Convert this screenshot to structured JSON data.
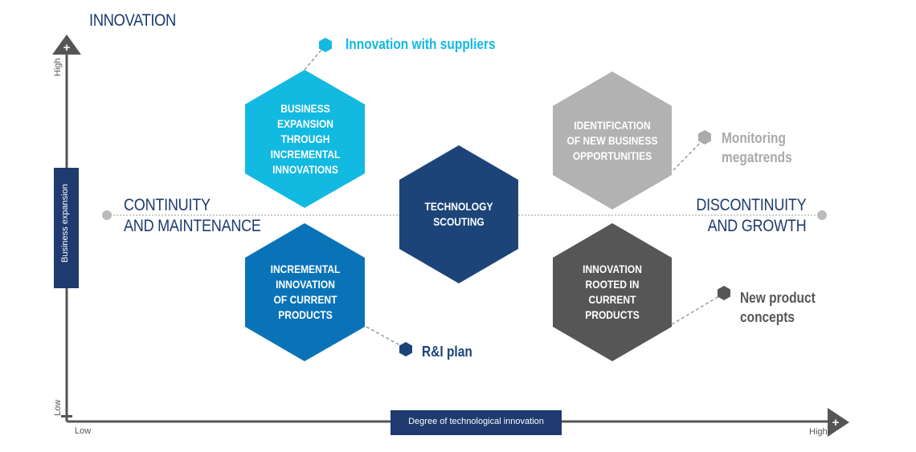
{
  "title": "INNOVATION",
  "y_axis": {
    "label": "Business expansion",
    "high": "High",
    "low": "Low",
    "plus": "+",
    "minus": "-"
  },
  "x_axis": {
    "label": "Degree of technological innovation",
    "low": "Low",
    "high": "High",
    "plus": "+"
  },
  "left_label": [
    "CONTINUITY",
    "AND MAINTENANCE"
  ],
  "right_label": [
    "DISCONTINUITY",
    "AND GROWTH"
  ],
  "hexagons": {
    "top_left": {
      "lines": [
        "BUSINESS",
        "EXPANSION",
        "THROUGH",
        "INCREMENTAL",
        "INNOVATIONS"
      ],
      "color": "#12b9e0"
    },
    "bottom_left": {
      "lines": [
        "INCREMENTAL",
        "INNOVATION",
        "OF CURRENT",
        "PRODUCTS"
      ],
      "color": "#0a73b8"
    },
    "center": {
      "lines": [
        "TECHNOLOGY",
        "SCOUTING"
      ],
      "color": "#1c4478"
    },
    "top_right": {
      "lines": [
        "IDENTIFICATION",
        "OF NEW BUSINESS",
        "OPPORTUNITIES"
      ],
      "color": "#b2b2b2"
    },
    "bottom_right": {
      "lines": [
        "INNOVATION",
        "ROOTED IN",
        "CURRENT",
        "PRODUCTS"
      ],
      "color": "#565656"
    }
  },
  "callouts": {
    "suppliers": {
      "text": "Innovation with suppliers",
      "color": "#12b9e0"
    },
    "megatrends": {
      "text": "Monitoring\nmegatrends",
      "color": "#aaaaaa"
    },
    "plan": {
      "text": "R&I plan",
      "color": "#1c4478"
    },
    "concepts": {
      "text": "New product\nconcepts",
      "color": "#565656"
    }
  },
  "colors": {
    "axis": "#555555",
    "axis_box": "#1e3a6e",
    "dots": "#bbbbbb"
  }
}
